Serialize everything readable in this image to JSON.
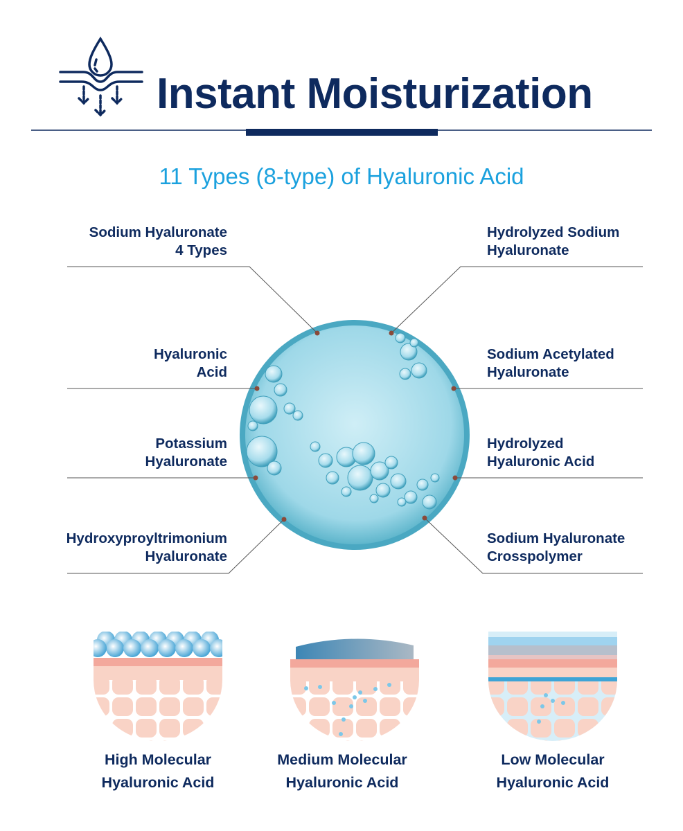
{
  "header": {
    "icon": "water-drop-absorb-icon",
    "title": "Instant Moisturization",
    "subtitle": "11 Types (8-type) of Hyaluronic Acid"
  },
  "ingredients_left": [
    {
      "line1": "Sodium Hyaluronate",
      "line2": "4 Types"
    },
    {
      "line1": "Hyaluronic",
      "line2": "Acid"
    },
    {
      "line1": "Potassium",
      "line2": "Hyaluronate"
    },
    {
      "line1": "Hydroxyproyltrimonium",
      "line2": "Hyaluronate"
    }
  ],
  "ingredients_right": [
    {
      "line1": "Hydrolyzed Sodium",
      "line2": "Hyaluronate"
    },
    {
      "line1": "Sodium Acetylated",
      "line2": "Hyaluronate"
    },
    {
      "line1": "Hydrolyzed",
      "line2": "Hyaluronic Acid"
    },
    {
      "line1": "Sodium Hyaluronate",
      "line2": "Crosspolymer"
    }
  ],
  "molecular": [
    {
      "line1": "High Molecular",
      "line2": "Hyaluronic Acid"
    },
    {
      "line1": "Medium Molecular",
      "line2": "Hyaluronic Acid"
    },
    {
      "line1": "Low Molecular",
      "line2": "Hyaluronic Acid"
    }
  ],
  "colors": {
    "navy": "#0e2a5e",
    "cyan": "#1ba1de",
    "skin": "#f9d3c6",
    "skin_dark": "#f3a89c",
    "water": "#7cc7e8"
  }
}
